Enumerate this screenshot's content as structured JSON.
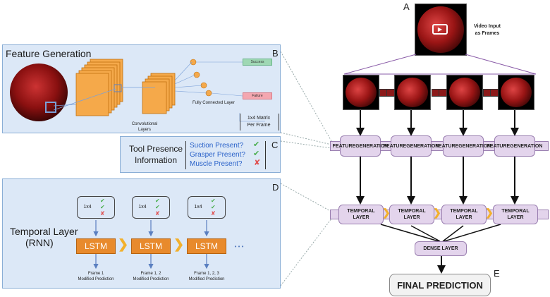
{
  "panel_b": {
    "title": "Feature Generation",
    "letter": "B",
    "conv_label_1": "Convolutional",
    "conv_label_2": "Layers",
    "fc_label": "Fully Connected Layer",
    "success": "Success",
    "failure": "Failure",
    "matrix_label_1": "1x4 Matrix",
    "matrix_label_2": "Per Frame"
  },
  "panel_c": {
    "title_1": "Tool Presence",
    "title_2": "Information",
    "letter": "C",
    "items": [
      "Suction Present?",
      "Grasper Present?",
      "Muscle Present?"
    ]
  },
  "panel_d": {
    "title_1": "Temporal Layer",
    "title_2": "(RNN)",
    "letter": "D",
    "matrix": "1x4",
    "lstm": "LSTM",
    "ellipsis": "• • •",
    "captions": [
      [
        "Frame 1",
        "Modified Prediction"
      ],
      [
        "Frame 1, 2",
        "Modified Prediction"
      ],
      [
        "Frame 1, 2, 3",
        "Modified Prediction"
      ]
    ]
  },
  "pipeline": {
    "letter_a": "A",
    "letter_e": "E",
    "video_label_1": "Video Input",
    "video_label_2": "as Frames",
    "feature_gen_1": "FEATURE",
    "feature_gen_2": "GENERATION",
    "temporal": "TEMPORAL LAYER",
    "dense": "DENSE LAYER",
    "final": "FINAL PREDICTION"
  },
  "colors": {
    "panel_bg": "#dce8f7",
    "process_box": "#e3d4ec",
    "lstm": "#e88a2c",
    "success": "#9fd8b4",
    "failure": "#f4a7b0",
    "check": "#4caf50",
    "cross": "#e05050"
  }
}
